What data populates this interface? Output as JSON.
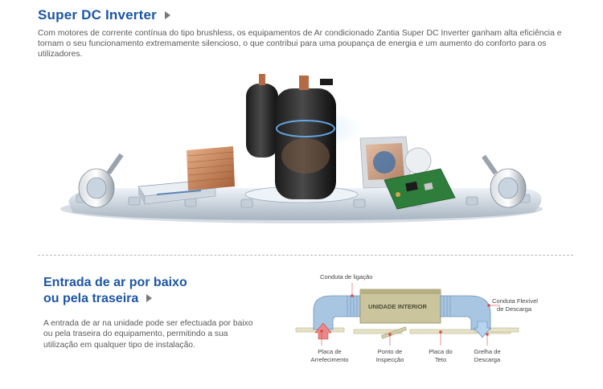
{
  "section1": {
    "title": "Super DC Inverter",
    "description": "Com motores de corrente contínua do tipo brushless, os equipamentos de Ar condicionado Zantia Super DC Inverter ganham alta eficiência e tornam o seu funcionamento extremamente silencioso, o que contribui para uma poupança de energia e um aumento do conforto para os utilizadores."
  },
  "section2": {
    "title_line1": "Entrada de ar por baixo",
    "title_line2": "ou pela traseira",
    "description": "A entrada de ar na unidade pode ser efectuada por baixo ou pela traseira do equipamento, permitindo a sua utilização em qualquer tipo de instalação."
  },
  "diagram": {
    "unit_label": "UNIDADE INTERIOR",
    "labels": {
      "conduta_ligacao": "Conduta de ligação",
      "conduta_flexivel_l1": "Conduta Flexível",
      "conduta_flexivel_l2": "de Descarga",
      "placa_arref_l1": "Placa de",
      "placa_arref_l2": "Arrefecimento",
      "ponto_insp_l1": "Ponto de",
      "ponto_insp_l2": "Inspecção",
      "placa_teto_l1": "Placa do",
      "placa_teto_l2": "Teto",
      "grelha_l1": "Grelha de",
      "grelha_l2": "Descarga"
    }
  },
  "colors": {
    "title_blue": "#1d56a3",
    "text_gray": "#5a5a5a",
    "duct_blue": "#8fb4d6",
    "unit_khaki": "#c9c49a",
    "leader_red": "#d94a4a"
  },
  "icons": [
    "play-arrow-icon"
  ]
}
